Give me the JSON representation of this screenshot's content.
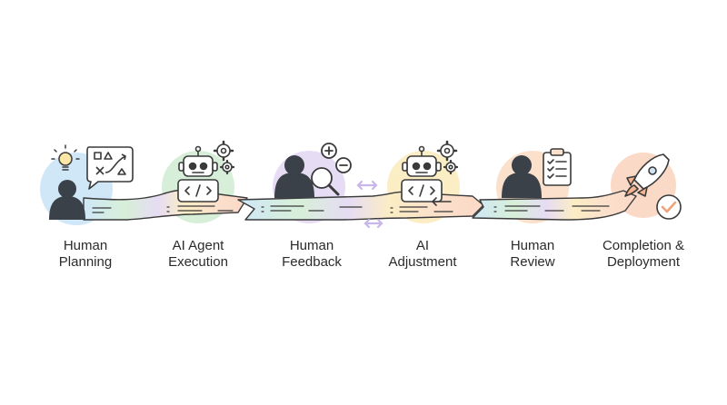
{
  "stages": [
    {
      "id": "human-planning",
      "label": "Human\nPlanning",
      "icon": "human-lightbulb-chat-icon",
      "bg": "#cfe7f7"
    },
    {
      "id": "ai-agent-execution",
      "label": "AI Agent\nExecution",
      "icon": "robot-code-gears-icon",
      "bg": "#d7efd8"
    },
    {
      "id": "human-feedback",
      "label": "Human\nFeedback",
      "icon": "human-magnifier-plus-minus-icon",
      "bg": "#e6dcf4"
    },
    {
      "id": "ai-adjustment",
      "label": "AI\nAdjustment",
      "icon": "robot-code-gears-icon",
      "bg": "#fbedc4"
    },
    {
      "id": "human-review",
      "label": "Human\nReview",
      "icon": "human-clipboard-checklist-icon",
      "bg": "#fbe0cc"
    },
    {
      "id": "completion-deployment",
      "label": "Completion &\nDeployment",
      "icon": "rocket-checkmark-icon",
      "bg": "#fbd9c7"
    }
  ],
  "colors": {
    "stroke": "#3a3a3a",
    "silhouette": "#3b4148",
    "check_accent": "#f0a27a",
    "arrow_accent": "#c9b6ea"
  }
}
